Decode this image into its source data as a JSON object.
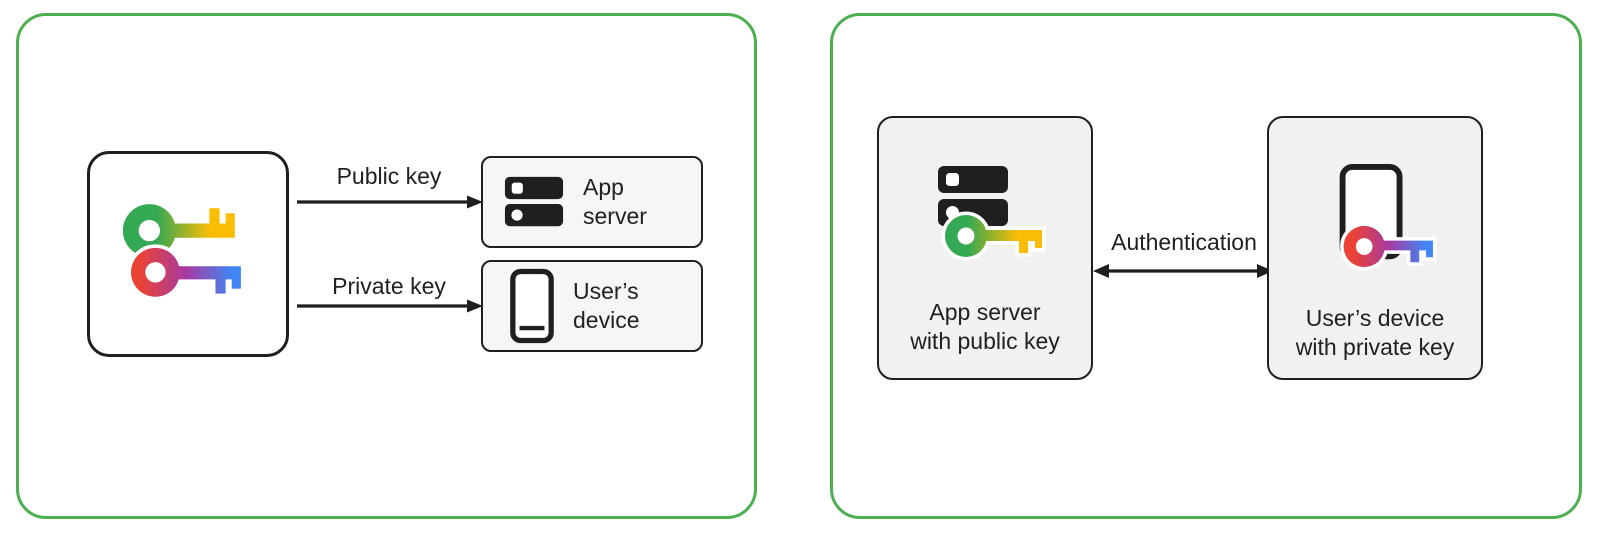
{
  "diagram": {
    "left_panel": {
      "public_key_label": "Public key",
      "private_key_label": "Private key",
      "app_server_label": "App\nserver",
      "users_device_label": "User’s\ndevice"
    },
    "right_panel": {
      "app_server_label": "App server\nwith public key",
      "authentication_label": "Authentication",
      "users_device_label": "User’s device\nwith private key"
    },
    "icons": {
      "passkey_pair_icon": "two overlapping keys (green-yellow and red-purple-blue)",
      "server_icon": "stacked server units",
      "phone_icon": "smartphone",
      "server_key_icon": "server with green-yellow key",
      "phone_key_icon": "smartphone with red-blue key"
    },
    "colors": {
      "panel_border_green": "#4caf50",
      "outline_black": "#1f1f1f",
      "box_fill_light": "#f1f1f1",
      "key_green": "#34a853",
      "key_yellow": "#fbbc04",
      "key_red": "#ea4335",
      "key_purple": "#a73aa0",
      "key_blue": "#4285f4"
    }
  }
}
